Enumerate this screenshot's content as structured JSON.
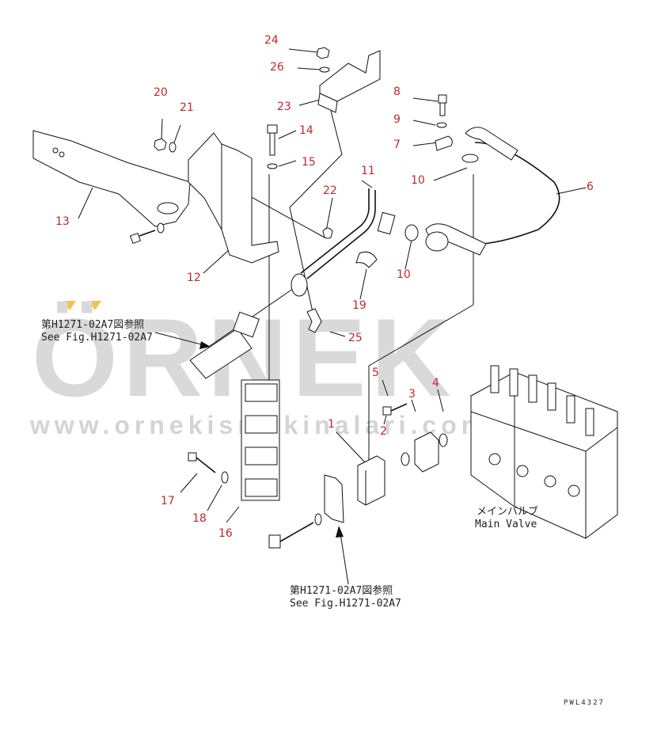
{
  "watermark": {
    "brand": "ÖRNEK",
    "url": "www.ornekismakinalari.com.tr"
  },
  "part_labels": [
    "1",
    "2",
    "3",
    "4",
    "5",
    "6",
    "7",
    "8",
    "9",
    "10",
    "10",
    "11",
    "12",
    "13",
    "14",
    "15",
    "16",
    "17",
    "18",
    "19",
    "20",
    "21",
    "22",
    "23",
    "24",
    "25",
    "26"
  ],
  "references": {
    "top_jp": "第H1271-02A7図参照",
    "top_en": "See Fig.H1271-02A7",
    "bottom_jp": "第H1271-02A7図参照",
    "bottom_en": "See Fig.H1271-02A7"
  },
  "main_valve": {
    "jp": "メインバルブ",
    "en": "Main Valve"
  },
  "drawing_code": "PWL4327",
  "colors": {
    "label": "#c0282d",
    "line": "#111111",
    "watermark": "#d9d9d9",
    "watermark_accent": "#f2c14e"
  }
}
